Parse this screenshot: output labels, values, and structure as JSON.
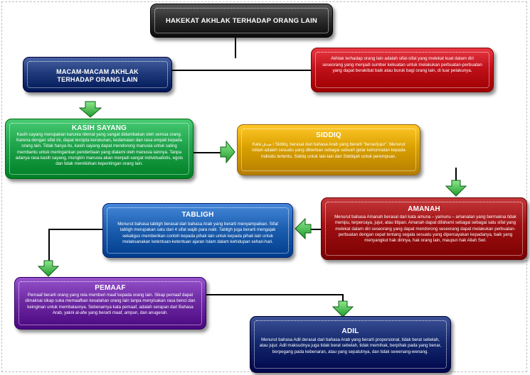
{
  "main": {
    "title": "HAKEKAT AKHLAK TERHADAP ORANG LAIN"
  },
  "definition": {
    "text": "Akhlak terhadap orang lain adalah sifat-sifat yang melekat kuat dalam diri seseorang yang menjadi sumber kekuatan untuk melakukan perbuatan-perbuatan yang dapat berakibat baik atau buruk bagi orang lain, di luar pelakunya."
  },
  "types": {
    "title": "MACAM-MACAM AKHLAK TERHADAP ORANG LAIN"
  },
  "kasih": {
    "title": "KASIH SAYANG",
    "text": "Kasih sayang merupakan karunia nikmat yang sangat didambakan oleh semua orang. Karena dengan sifat ini, dapat tercipta kerukunan, kedamaian dan rasa empati kepada orang lain. Tidak hanya itu, kasih sayang dapat mendorong manusia untuk saling membantu untuk meringankan penderitaan yang dialami oleh manusia lainnya. Tanpa adanya rasa kasih sayang, mungkin manusia akan menjadi sangat individualistis, egois dan tidak memikirkan kepentingan orang lain."
  },
  "siddiq": {
    "title": "SIDDIQ",
    "text": "Kata صدق / Siddiq, berasal dari bahasa Arab yang berarti \"benar/jujur\". Menurut istilah adalah sesuatu yang diberikan sebagai sebuah gelar kehormatan kepada individu tertentu. Siddiq untuk laki-laki dan Siddiqah untuk perempuan."
  },
  "amanah": {
    "title": "AMANAH",
    "text": "Menurut bahasa Amanah berasal dari kata amuna – yamunu – amanatan yang bermakna tidak menipu, terpercaya, jujur, atau titipan. Amanah dapat difahami sebagai sebagai satu sifat yang melekat dalam diri seseorang yang dapat mendorong seseorang dapat melakukan perbuatan-perbuatan dengan cepat tentang segala sesuatu yang dipercayakan kepadanya, baik yang menyangkut hak dirinya, hak orang lain, maupun hak Allah Swt."
  },
  "tabligh": {
    "title": "TABLIGH",
    "text": "Menurut bahasa tabligh berasal dari bahasa Arab yang berarti menyampaikan. Sifat tabligh merupakan satu dari 4 sifat wajib para nabi. Tabligh juga berarti mengajak sekaligus memberikan contoh kepada pihak lain untuk kepada pihak lain untuk melaksanakan ketentuan-ketentuan ajaran Islam dalam kehidupan sehari-hari."
  },
  "pemaaf": {
    "title": "PEMAAF",
    "text": "Pemaaf berarti orang yang rela memberi maaf kepada orang lain. Sikap pemaaf dapat dimaknai sikap suka memaafkan kesalahan orang lain tanpa menyisakan rasa benci dan keinginan untuk membalasnya. Sebenarnya kata pemaaf, adalah serapan dari Bahasa Arab, yakni al-afw yang berarti maaf, ampun, dan anugerah."
  },
  "adil": {
    "title": "ADIL",
    "text": "Menurut bahasa Adil derasal dari bahasa Arab yang berarti proporsional, tidak berat sebelah, atau jujur. Adil maksudnya juga tidak berat sebelah, tidak memihak, berpihak pada yang benar, berpegang pada kebenaran, atau yang sepatutnya, dan tidak sewenang-wenang."
  },
  "colors": {
    "main": "#2e2e2e",
    "definition": "#c0101a",
    "types": "#1f3a7a",
    "kasih": "#1ea34a",
    "siddiq": "#d9a000",
    "amanah": "#9e0f12",
    "tabligh": "#1d5fb0",
    "pemaaf": "#6e2aa3",
    "adil": "#14296e",
    "arrow": "#3fbf3f"
  }
}
